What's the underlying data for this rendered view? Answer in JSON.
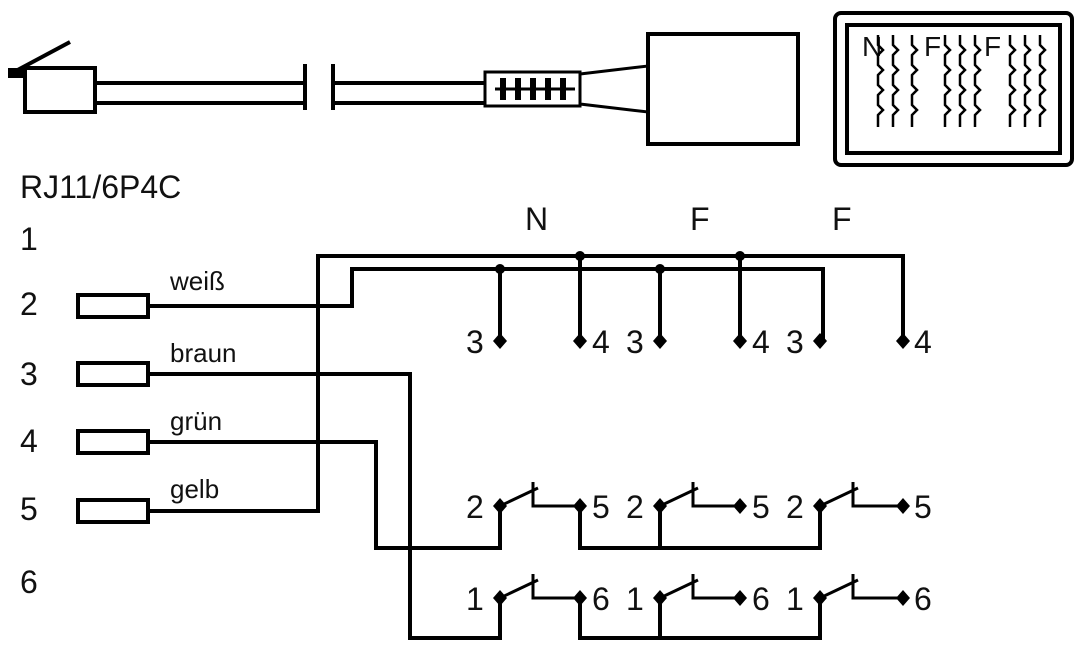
{
  "connector_type": "RJ11/6P4C",
  "pins": [
    "1",
    "2",
    "3",
    "4",
    "5",
    "6"
  ],
  "wires": [
    "weiß",
    "braun",
    "grün",
    "gelb"
  ],
  "socket_letters": [
    "N",
    "F",
    "F"
  ],
  "top_labels": [
    "N",
    "F",
    "F"
  ],
  "upper_terminals": [
    "3",
    "4",
    "3",
    "4",
    "3",
    "4"
  ],
  "switch_row_2": [
    "2",
    "5",
    "2",
    "5",
    "2",
    "5"
  ],
  "switch_row_1": [
    "1",
    "6",
    "1",
    "6",
    "1",
    "6"
  ]
}
